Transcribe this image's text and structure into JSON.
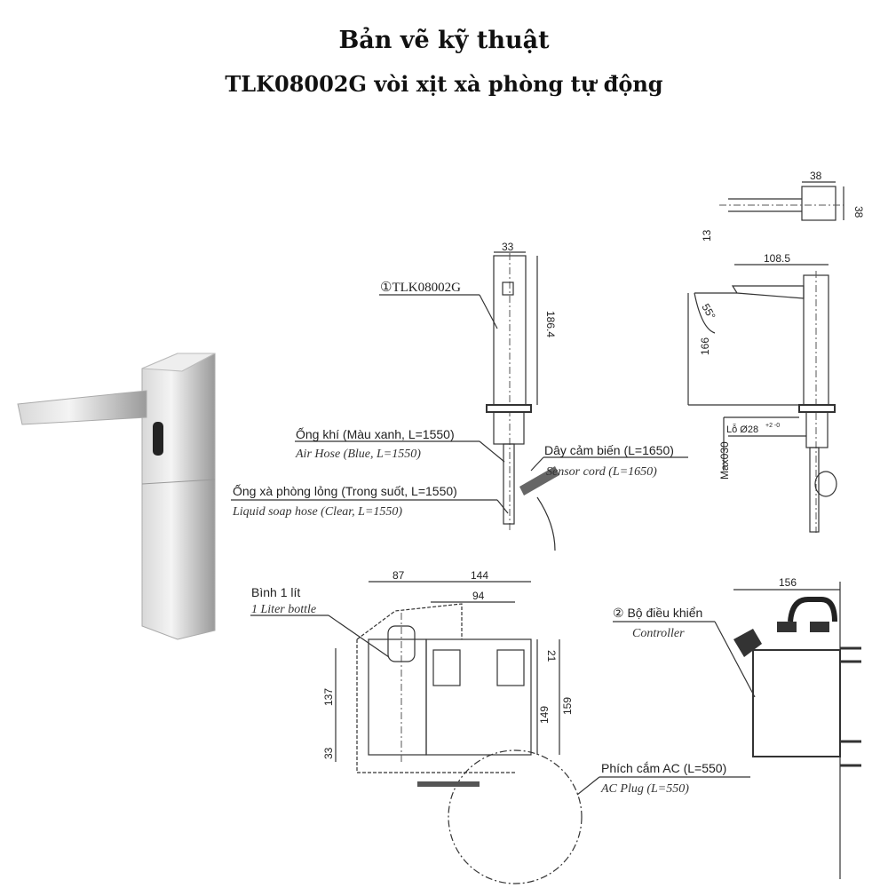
{
  "header": {
    "title": "Bản vẽ kỹ thuật",
    "subtitle": "TLK08002G vòi xịt xà phòng tự động"
  },
  "drawing": {
    "top_view": {
      "width": "38",
      "depth": "38",
      "spout": "13"
    },
    "front_view": {
      "label": "①TLK08002G",
      "width": "33",
      "height": "186.4"
    },
    "side_view": {
      "reach": "108.5",
      "angle": "55°",
      "height": "166",
      "hole": "Lỗ Ø28",
      "hole_tol": "+2 -0",
      "max": "Max030"
    },
    "hoses": {
      "air_vi": "Ống khí (Màu xanh, L=1550)",
      "air_en": "Air Hose (Blue, L=1550)",
      "sensor_vi": "Dây cảm biến (L=1650)",
      "sensor_en": "Sensor cord (L=1650)",
      "soap_vi": "Ống xà phòng lỏng (Trong suốt, L=1550)",
      "soap_en": "Liquid soap hose (Clear, L=1550)"
    },
    "bottle": {
      "vi": "Bình 1 lít",
      "en": "1 Liter bottle",
      "dims": {
        "d87": "87",
        "d144": "144",
        "d94": "94",
        "d21": "21",
        "d137": "137",
        "d33": "33",
        "d149": "149",
        "d159": "159"
      }
    },
    "controller": {
      "vi": "② Bộ điều khiển",
      "en": "Controller",
      "width": "156"
    },
    "plug": {
      "vi": "Phích cắm AC (L=550)",
      "en": "AC Plug (L=550)"
    }
  }
}
